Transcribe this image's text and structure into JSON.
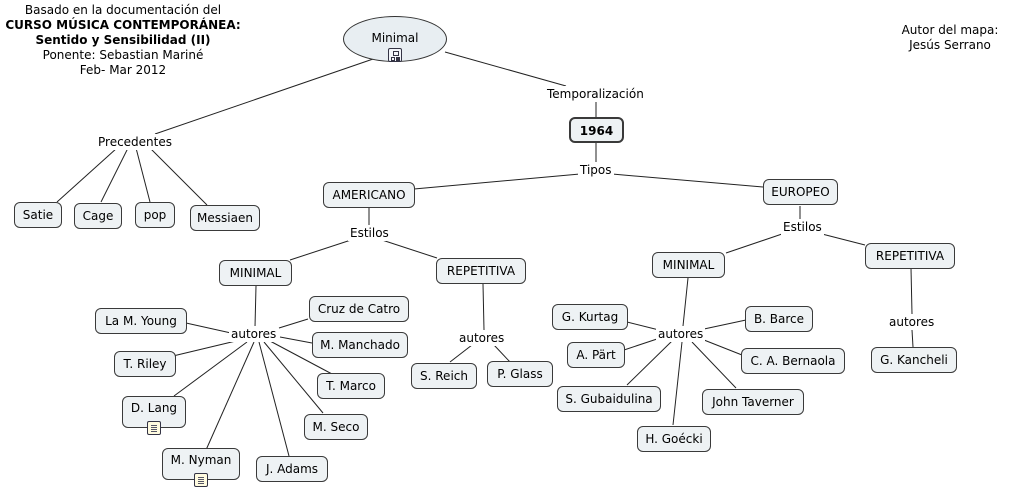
{
  "header": {
    "line1": "Basado en la documentación del",
    "line2": "CURSO MÚSICA CONTEMPORÁNEA:",
    "line3": "Sentido y Sensibilidad (II)",
    "line4": "Ponente: Sebastian Mariné",
    "line5": "Feb- Mar 2012",
    "author_label": "Autor del mapa:",
    "author_name": "Jesús Serrano"
  },
  "nodes": {
    "root": "Minimal",
    "temporalizacion": "Temporalización",
    "year": "1964",
    "tipos": "Tipos",
    "precedentes": "Precedentes",
    "satie": "Satie",
    "cage": "Cage",
    "pop": "pop",
    "messiaen": "Messiaen",
    "americano": "AMERICANO",
    "europeo": "EUROPEO",
    "estilos_am": "Estilos",
    "estilos_eu": "Estilos",
    "minimal_am": "MINIMAL",
    "repetitiva_am": "REPETITIVA",
    "minimal_eu": "MINIMAL",
    "repetitiva_eu": "REPETITIVA",
    "autores_am_min": "autores",
    "autores_am_rep": "autores",
    "autores_eu_min": "autores",
    "autores_eu_rep": "autores",
    "la_young": "La M. Young",
    "riley": "T. Riley",
    "lang": "D. Lang",
    "nyman": "M. Nyman",
    "adams": "J. Adams",
    "seco": "M. Seco",
    "marco": "T. Marco",
    "manchado": "M. Manchado",
    "catro": "Cruz de Catro",
    "reich": "S. Reich",
    "glass": "P. Glass",
    "kurtag": "G. Kurtag",
    "part": "A. Pärt",
    "gubaidulina": "S. Gubaidulina",
    "goecki": "H. Goécki",
    "taverner": "John Taverner",
    "bernaola": "C. A. Bernaola",
    "barce": "B. Barce",
    "kancheli": "G. Kancheli"
  }
}
